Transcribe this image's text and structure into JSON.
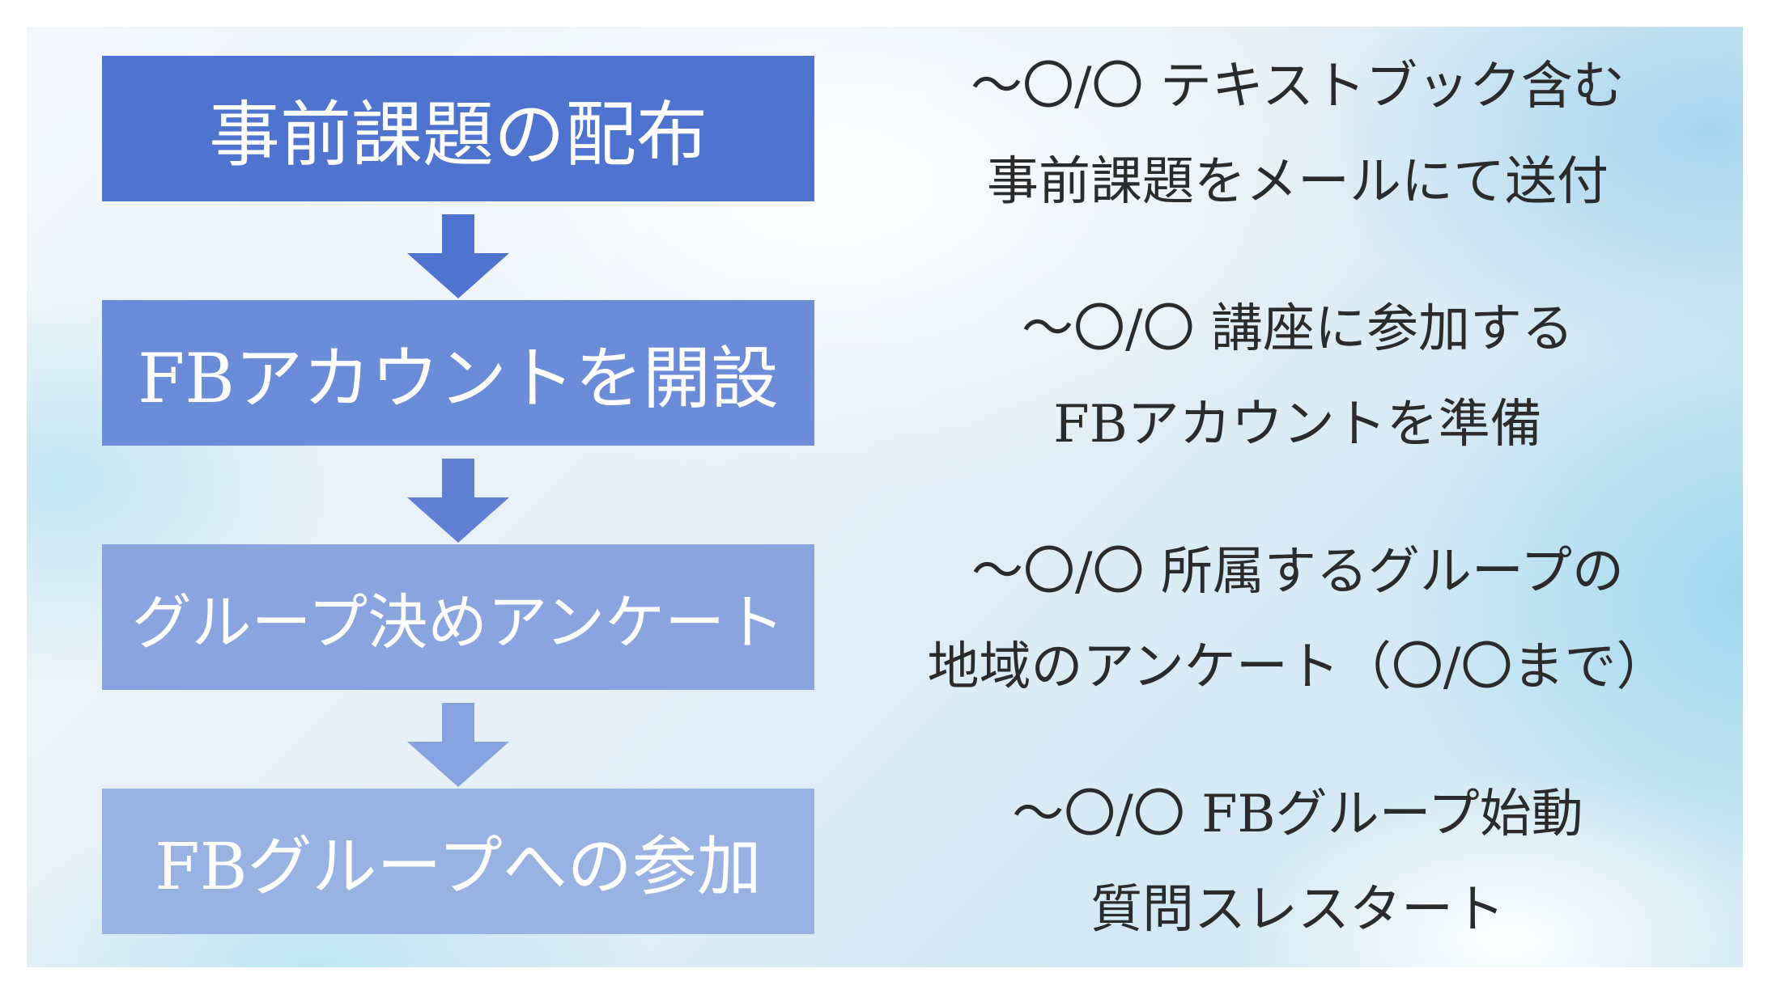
{
  "steps": [
    {
      "label": "事前課題の配布",
      "note_line1": "～〇/〇 テキストブック含む",
      "note_line2": "事前課題をメールにて送付"
    },
    {
      "label": "FBアカウントを開設",
      "note_line1": "～〇/〇 講座に参加する",
      "note_line2": "FBアカウントを準備"
    },
    {
      "label": "グループ決めアンケート",
      "note_line1": "～〇/〇 所属するグループの",
      "note_line2": "地域のアンケート（〇/〇まで）"
    },
    {
      "label": "FBグループへの参加",
      "note_line1": "～〇/〇 FBグループ始動",
      "note_line2": "質問スレスタート"
    }
  ],
  "colors": {
    "step1": "#4f74cf",
    "step2": "#6b8cd8",
    "step3": "#8aa4df",
    "step4": "#97b2e3",
    "arrow1": "#4f74cf",
    "arrow2": "#5f80d4",
    "arrow3": "#86a2df",
    "text": "#2b2b2b"
  },
  "icons": [
    "arrow-down-icon"
  ]
}
